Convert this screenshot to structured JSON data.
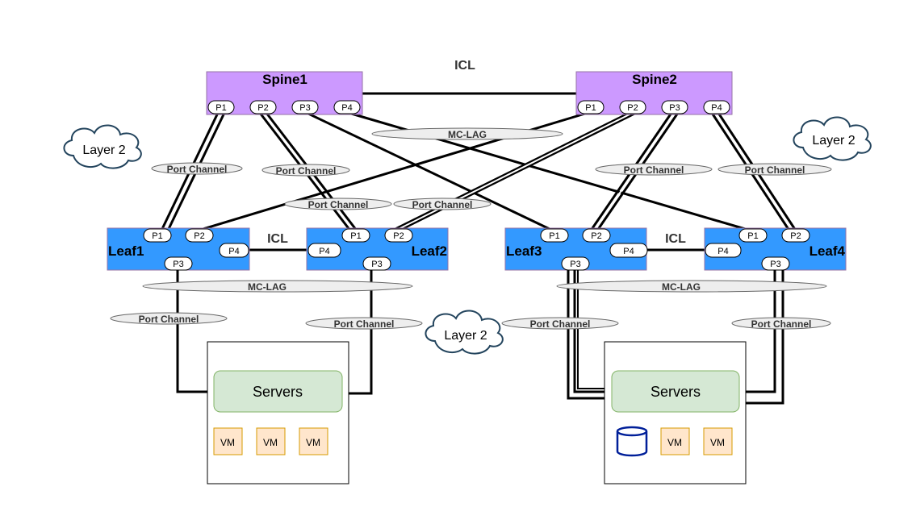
{
  "spines": [
    {
      "name": "Spine1",
      "ports": [
        "P1",
        "P2",
        "P3",
        "P4"
      ]
    },
    {
      "name": "Spine2",
      "ports": [
        "P1",
        "P2",
        "P3",
        "P4"
      ]
    }
  ],
  "leaves": [
    {
      "name": "Leaf1",
      "ports": [
        "P1",
        "P2",
        "P3",
        "P4"
      ]
    },
    {
      "name": "Leaf2",
      "ports": [
        "P1",
        "P2",
        "P3",
        "P4"
      ]
    },
    {
      "name": "Leaf3",
      "ports": [
        "P1",
        "P2",
        "P3",
        "P4"
      ]
    },
    {
      "name": "Leaf4",
      "ports": [
        "P1",
        "P2",
        "P3",
        "P4"
      ]
    }
  ],
  "labels": {
    "icl_top": "ICL",
    "icl_left": "ICL",
    "icl_right": "ICL",
    "mclag_top": "MC-LAG",
    "mclag_left": "MC-LAG",
    "mclag_right": "MC-LAG",
    "port_channel": "Port Channel",
    "layer2": "Layer 2"
  },
  "servers": [
    {
      "label": "Servers",
      "vms": [
        "VM",
        "VM",
        "VM"
      ]
    },
    {
      "label": "Servers",
      "vms": [
        "VM",
        "VM"
      ],
      "has_storage": true
    }
  ],
  "colors": {
    "spine_fill": "#cc99ff",
    "leaf_fill": "#3399ff",
    "server_fill": "#d5e8d4",
    "vm_fill": "#ffe6cc",
    "storage_stroke": "#001f99"
  }
}
